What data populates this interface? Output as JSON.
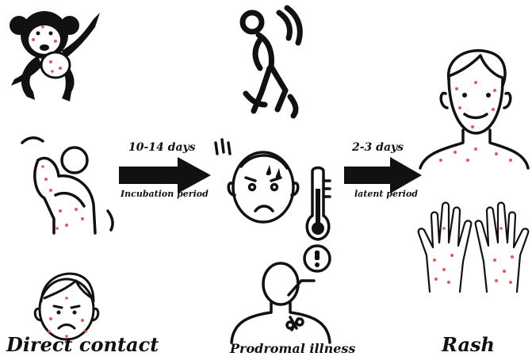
{
  "arrows": [
    {
      "period": "10-14 days",
      "label": "Incubation period"
    },
    {
      "period": "2-3 days",
      "label": "latent period"
    }
  ],
  "captions": {
    "left": "Direct contact",
    "middle": "Prodromal illness",
    "right": "Rash"
  },
  "colors": {
    "line": "#111111",
    "rash": "#e05a5a",
    "rash_halo": "#f4c8c8"
  },
  "icons": [
    "monkey-icon",
    "feverish-walking-person-icon",
    "scratching-person-icon",
    "sick-face-icon",
    "thermometer-icon",
    "swollen-lymph-node-person-icon",
    "person-with-rash-icon",
    "hands-with-rash-icon",
    "child-face-with-rash-icon"
  ]
}
